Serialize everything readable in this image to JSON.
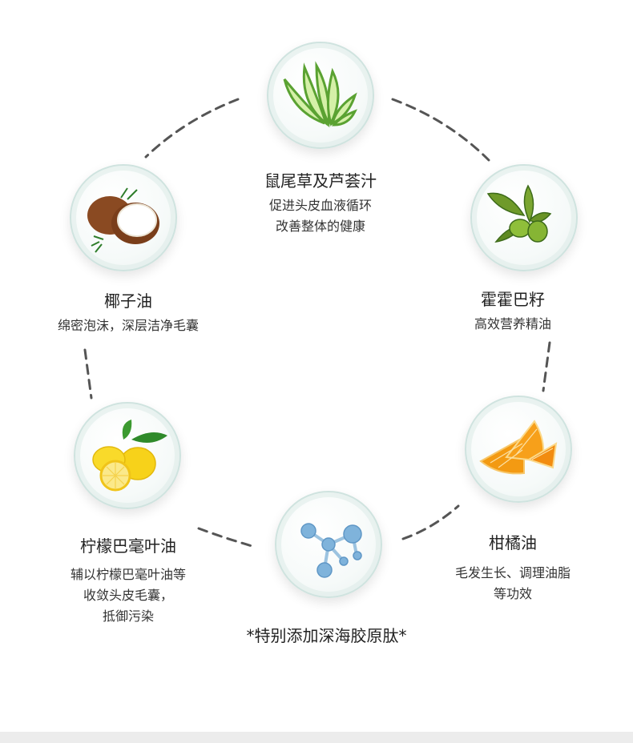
{
  "items": [
    {
      "title": "鼠尾草及芦荟汁",
      "lines": [
        "促进头皮血液循环",
        "改善整体的健康"
      ],
      "icon": "aloe-icon"
    },
    {
      "title": "霍霍巴籽",
      "lines": [
        "高效营养精油"
      ],
      "icon": "jojoba-leaf-icon"
    },
    {
      "title": "柑橘油",
      "lines": [
        "毛发生长、调理油脂",
        "等功效"
      ],
      "icon": "orange-slice-icon"
    },
    {
      "title": "",
      "lines": [],
      "icon": "molecule-icon",
      "footnote": "*特别添加深海胶原肽*"
    },
    {
      "title": "柠檬巴毫叶油",
      "lines": [
        "辅以柠檬巴毫叶油等",
        "收敛头皮毛囊，",
        "抵御污染"
      ],
      "icon": "lemon-icon"
    },
    {
      "title": "椰子油",
      "lines": [
        "绵密泡沫，深层洁净毛囊"
      ],
      "icon": "coconut-icon"
    }
  ],
  "colors": {
    "dash": "#555555",
    "dish_border": "#cfe3df"
  }
}
